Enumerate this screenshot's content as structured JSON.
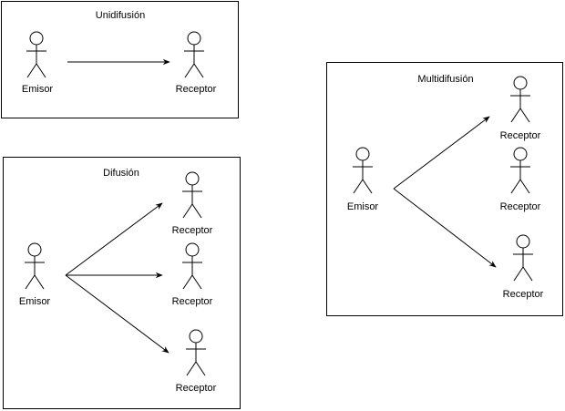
{
  "unicast": {
    "title": "Unidifusión",
    "sender": "Emisor",
    "receiver": "Receptor"
  },
  "broadcast": {
    "title": "Difusión",
    "sender": "Emisor",
    "receivers": [
      "Receptor",
      "Receptor",
      "Receptor"
    ]
  },
  "multicast": {
    "title": "Multidifusión",
    "sender": "Emisor",
    "receivers": [
      "Receptor",
      "Receptor",
      "Receptor"
    ]
  }
}
